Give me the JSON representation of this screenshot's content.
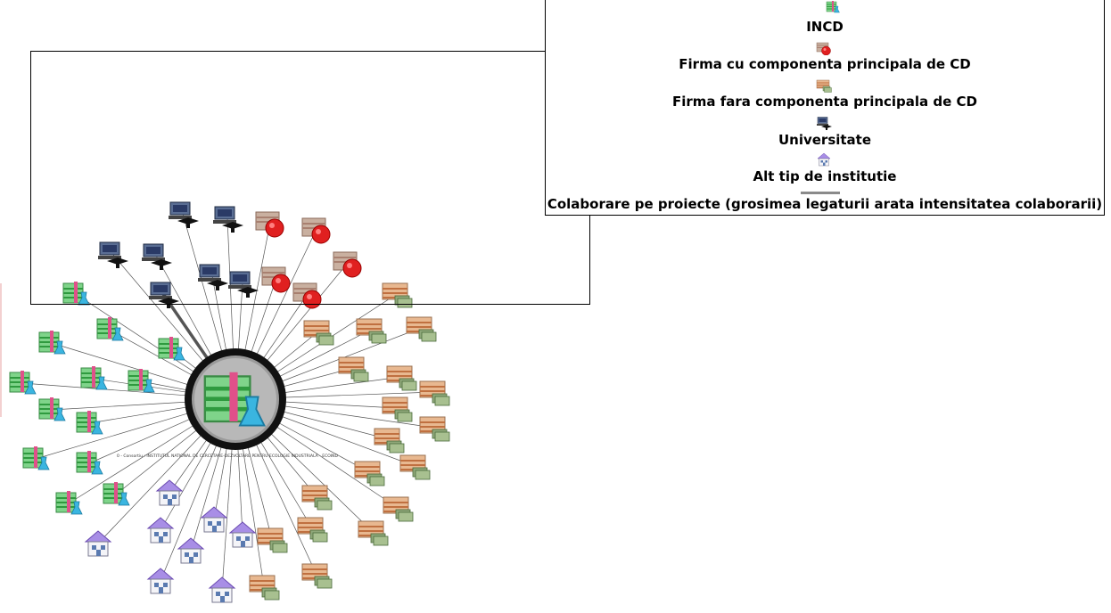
{
  "legend": {
    "items": [
      {
        "label": "INCD",
        "icon": "incd-building-icon"
      },
      {
        "label": "Firma cu componenta principala de CD",
        "icon": "red-firm-icon"
      },
      {
        "label": "Firma fara componenta principala de CD",
        "icon": "money-firm-icon"
      },
      {
        "label": "Universitate",
        "icon": "university-computer-icon"
      },
      {
        "label": "Alt tip de institutie",
        "icon": "purple-house-icon"
      }
    ],
    "edge_label": "Colaborare pe proiecte (grosimea legaturii arata intensitatea colaborarii)"
  },
  "center_node": {
    "label": "0 - Consortiu : INSTITUTUL NATIONAL DE CERCETARE-DEZVOLTARE PENTRU ECOLOGIE INDUSTRIALA - ECOIND",
    "icon": "incd-building-icon"
  },
  "colors": {
    "incd_green": "#59c36a",
    "firm_red": "#e02020",
    "money_firm": "#d89a6a",
    "university": "#2b3a55",
    "other_purple": "#a88ee6",
    "edge": "#555555"
  }
}
